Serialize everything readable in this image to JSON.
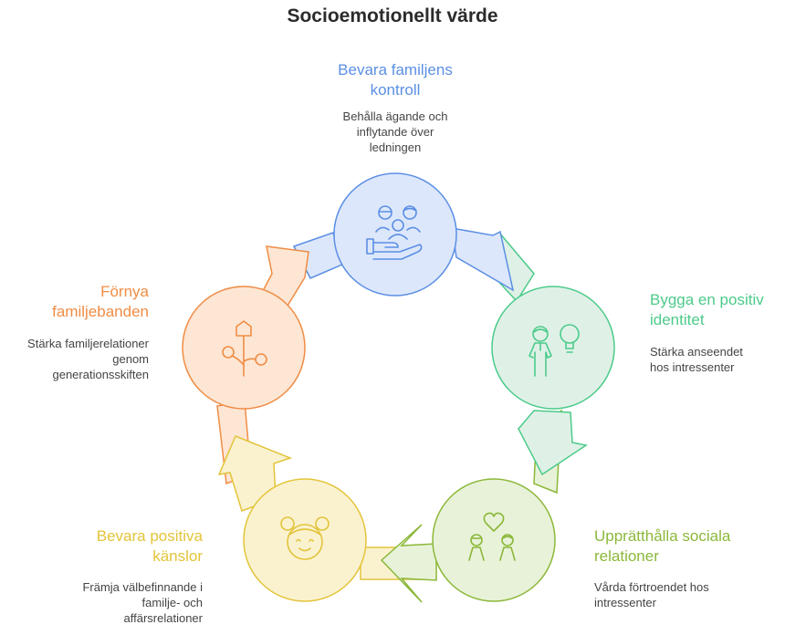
{
  "title": "Socioemotionellt värde",
  "colors": {
    "blue": "#5b8fe4",
    "green": "#4ccb8a",
    "lime": "#8cb83a",
    "yellow": "#e3c43a",
    "orange": "#ef8d45"
  },
  "steps": [
    {
      "title_lines": [
        "Bevara familjens",
        "kontroll"
      ],
      "desc_lines": [
        "Behålla ägande och",
        "inflytande över",
        "ledningen"
      ],
      "icon": "family-hand-icon"
    },
    {
      "title_lines": [
        "Bygga en positiv",
        "identitet"
      ],
      "desc_lines": [
        "Stärka anseendet",
        "hos intressenter"
      ],
      "icon": "person-lightbulb-icon"
    },
    {
      "title_lines": [
        "Upprätthålla sociala",
        "relationer"
      ],
      "desc_lines": [
        "Vårda förtroendet hos",
        "intressenter"
      ],
      "icon": "people-heart-icon"
    },
    {
      "title_lines": [
        "Bevara positiva",
        "känslor"
      ],
      "desc_lines": [
        "Främja välbefinnande i",
        "familje- och",
        "affärsrelationer"
      ],
      "icon": "smiling-girl-icon"
    },
    {
      "title_lines": [
        "Förnya",
        "familjebanden"
      ],
      "desc_lines": [
        "Stärka familjerelationer",
        "genom",
        "generationsskiften"
      ],
      "icon": "family-tree-icon"
    }
  ]
}
